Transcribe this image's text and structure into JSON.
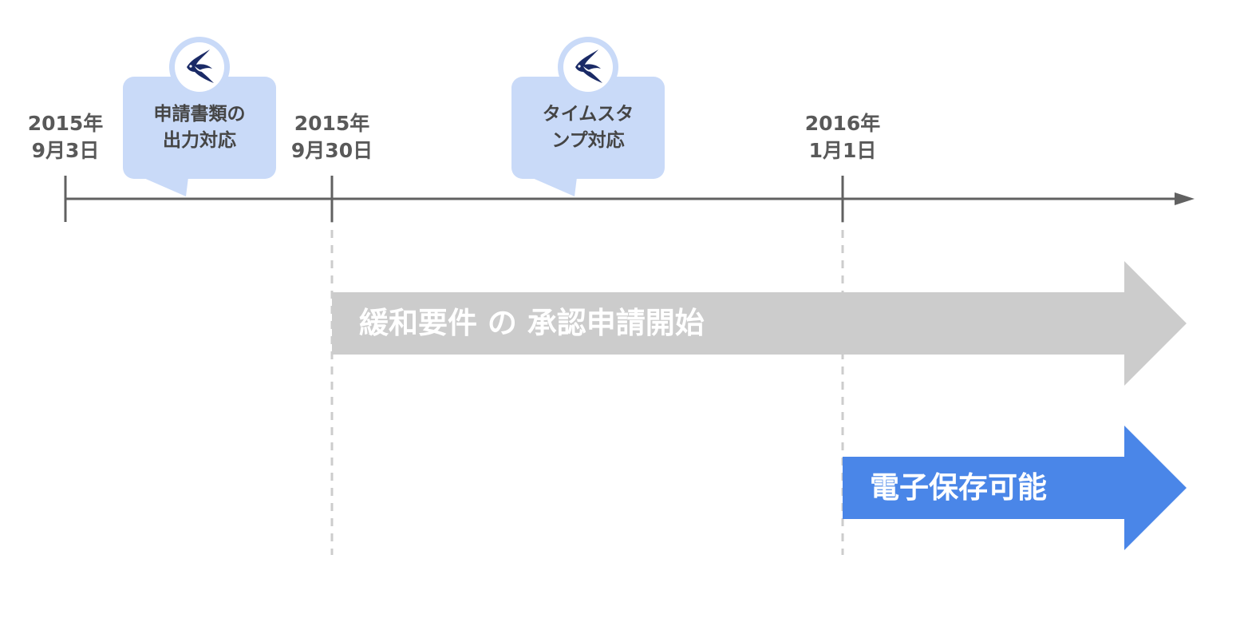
{
  "timeline": {
    "dates": [
      {
        "line1": "2015年",
        "line2": "9月3日"
      },
      {
        "line1": "2015年",
        "line2": "9月30日"
      },
      {
        "line1": "2016年",
        "line2": "1月1日"
      }
    ],
    "callouts": [
      {
        "line1": "申請書類の",
        "line2": "出力対応",
        "icon": "swallow-icon"
      },
      {
        "line1": "タイムスタ",
        "line2": "ンプ対応",
        "icon": "swallow-icon"
      }
    ]
  },
  "arrows": [
    {
      "label": "緩和要件 の 承認申請開始",
      "color": "#cccccc"
    },
    {
      "label": "電子保存可能",
      "color": "#4a86e8"
    }
  ],
  "colors": {
    "axis": "#616161",
    "callout_fill": "#c9daf8",
    "dashed_guide": "#cccccc",
    "bird": "#1a2a66"
  }
}
